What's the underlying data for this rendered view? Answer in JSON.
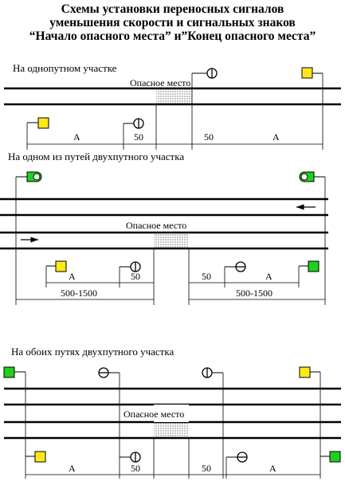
{
  "title": [
    "Схемы установки переносных сигналов",
    "уменьшения скорости и сигнальных знаков",
    "“Начало опасного места” и”Конец опасного места”"
  ],
  "colors": {
    "yellow": "#ffe81a",
    "green": "#1fd01f",
    "hatch": "#c8c8c8",
    "line": "#000000"
  },
  "sections": {
    "single": {
      "heading": "На однопутном участке",
      "danger_label": "Опасное место",
      "dims": [
        "А",
        "50",
        "50",
        "А"
      ]
    },
    "one_of_double": {
      "heading": "На одном из путей двухпутного участка",
      "danger_label": "Опасное место",
      "dims": [
        "А",
        "50",
        "50",
        "А"
      ],
      "range_dims": [
        "500-1500",
        "500-1500"
      ]
    },
    "both_double": {
      "heading": "На обоих путях двухпутного участка",
      "danger_label": "Опасное место",
      "dims": [
        "А",
        "50",
        "50",
        "А"
      ]
    }
  }
}
